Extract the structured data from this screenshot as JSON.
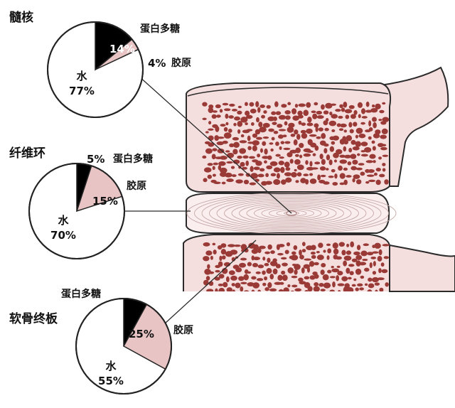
{
  "colors": {
    "bone_fill": "#f5dede",
    "bone_dots": "#9a3a36",
    "bone_outline": "#2a2a2a",
    "disc_fill": "#fbeeee",
    "collagen_slice": "#e8c4c4",
    "proteoglycan_slice": "#000000",
    "water_slice": "#ffffff"
  },
  "regions": {
    "nucleus": {
      "title": "髓核",
      "water": {
        "label": "水",
        "pct": "77%",
        "value": 77
      },
      "proteoglycan": {
        "label": "蛋白多糖",
        "pct": "14%",
        "value": 14
      },
      "collagen": {
        "label": "胶原",
        "pct": "4%",
        "value": 4
      }
    },
    "annulus": {
      "title": "纤维环",
      "water": {
        "label": "水",
        "pct": "70%",
        "value": 70
      },
      "proteoglycan": {
        "label": "蛋白多糖",
        "pct": "5%",
        "value": 5
      },
      "collagen": {
        "label": "胶原",
        "pct": "15%",
        "value": 15
      }
    },
    "endplate": {
      "title": "软骨终板",
      "water": {
        "label": "水",
        "pct": "55%",
        "value": 55
      },
      "proteoglycan": {
        "label": "蛋白多糖",
        "pct": "8%",
        "value": 8
      },
      "collagen": {
        "label": "胶原",
        "pct": "25%",
        "value": 25
      }
    }
  }
}
